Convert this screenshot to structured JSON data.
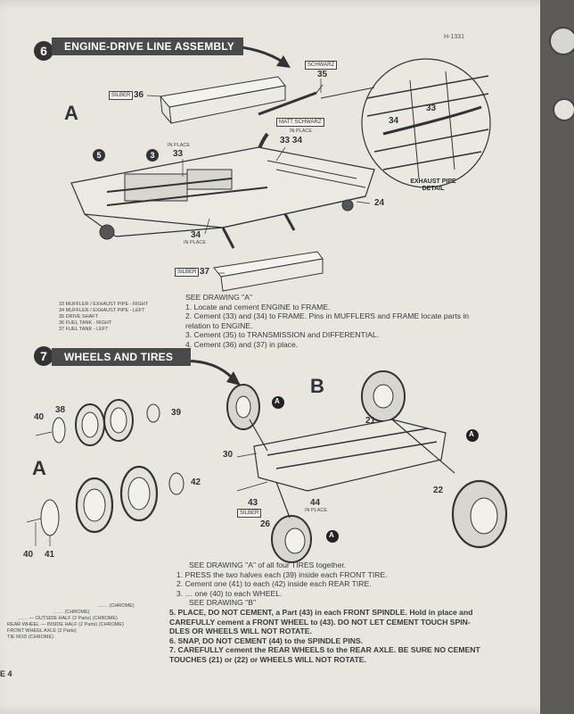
{
  "doc_code": "H-1331",
  "section6": {
    "number": "6",
    "title": "ENGINE-DRIVE LINE ASSEMBLY",
    "letter": "A",
    "labels": {
      "silber36": "SILBER",
      "schwarz35": "SCHWARZ",
      "mattschwarz": "MATT SCHWARZ",
      "silber37": "SILBER"
    },
    "parts": {
      "p36": "36",
      "p35": "35",
      "p33a": "33",
      "p34a": "34",
      "p3334": "33 34",
      "p5": "5",
      "p3": "3",
      "p24": "24",
      "p37": "37",
      "d34": "34",
      "d33": "33"
    },
    "in_place_1": "IN PLACE",
    "in_place_2": "IN PLACE",
    "in_place_3": "IN PLACE",
    "detail_label": "EXHAUST PIPE\nDETAIL",
    "legend": [
      "33  MUFFLER / EXHAUST PIPE - RIGHT",
      "34  MUFFLER / EXHAUST PIPE - LEFT",
      "35  DRIVE SHAFT",
      "36  FUEL TANK - RIGHT",
      "37  FUEL TANK - LEFT"
    ],
    "see_drawing": "SEE DRAWING \"A\"",
    "steps": [
      "1.  Locate and cement ENGINE to FRAME.",
      "2.  Cement (33) and (34) to FRAME. Pins in MUFFLERS and FRAME locate parts in",
      "      relation to ENGINE.",
      "3.  Cement (35) to TRANSMISSION and DIFFERENTIAL.",
      "4.  Cement (36) and (37) in place."
    ]
  },
  "section7": {
    "number": "7",
    "title": "WHEELS AND TIRES",
    "letterA": "A",
    "letterB": "B",
    "parts": {
      "p40a": "40",
      "p38": "38",
      "p39": "39",
      "p42": "42",
      "p40b": "40",
      "p41": "41",
      "p21": "21",
      "p30": "30",
      "p22": "22",
      "p43": "43",
      "p44": "44",
      "p26": "26"
    },
    "silber43": "SILBER",
    "in_place": "IN PLACE",
    "marker": "A",
    "legend": [
      "…… (CHROME)",
      "…… (CHROME)",
      "…… — OUTSIDE HALF (2 Parts) (CHROME)",
      "REAR WHEEL — INSIDE HALF (2 Parts) (CHROME)",
      "FRONT WHEEL AXLE (2 Parts)",
      "TIE ROD (CHROME)"
    ],
    "instructions": [
      "SEE DRAWING \"A\" of all four TIRES together.",
      "1.  PRESS the two halves each (39) inside each FRONT TIRE.",
      "2.  Cement one (41) to each (42) inside each REAR TIRE.",
      "3.  … one (40) to each WHEEL.",
      "SEE DRAWING \"B\"",
      "5.  PLACE, DO NOT CEMENT, a Part (43) in each FRONT SPINDLE. Hold in place and",
      "     CAREFULLY cement a FRONT WHEEL to (43). DO NOT LET CEMENT TOUCH SPIN-",
      "     DLES OR WHEELS WILL NOT ROTATE.",
      "6.  SNAP, DO NOT CEMENT (44) to the SPINDLE PINS.",
      "7.  CAREFULLY cement the REAR WHEELS to the REAR AXLE. BE SURE NO CEMENT",
      "     TOUCHES (21) or (22) or WHEELS WILL NOT ROTATE."
    ]
  },
  "page_tag": "E 4"
}
